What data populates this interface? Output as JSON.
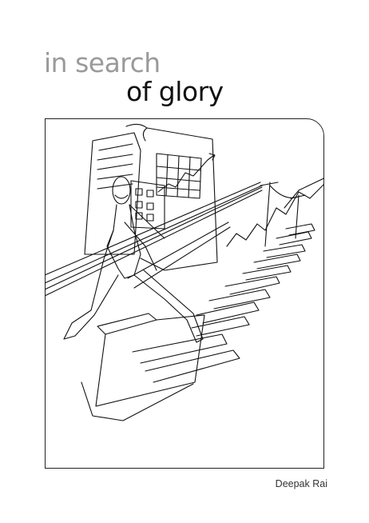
{
  "cover": {
    "title_line1": "in search",
    "title_line2": "of glory",
    "author": "Deepak Rai"
  }
}
